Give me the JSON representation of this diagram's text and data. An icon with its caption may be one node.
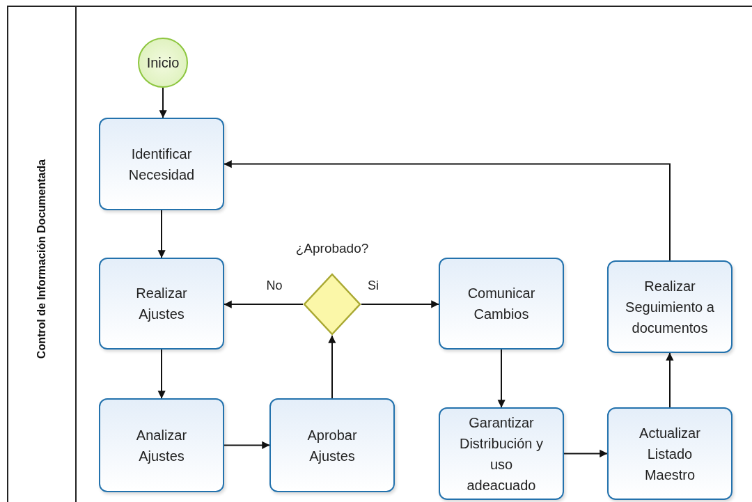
{
  "diagram": {
    "nodes": [
      {
        "text": [
          "Control de Información Documentada"
        ]
      },
      {
        "text": [
          "Inicio"
        ],
        "in": 0
      },
      {
        "text": [
          "Identificar Necesidad"
        ],
        "in": 0
      },
      {
        "text": [
          "Realizar Ajustes"
        ],
        "in": 0
      },
      {
        "text": [
          "Analizar Ajustes"
        ],
        "in": 0
      },
      {
        "text": [
          "Aprobar Ajustes"
        ],
        "in": 0
      },
      {
        "text": [
          "¿Aprobado?"
        ],
        "in": 0
      },
      {
        "text": [
          "Comunicar Cambios"
        ],
        "in": 0
      },
      {
        "text": [
          "Garantizar Distribución y uso adeacuado"
        ],
        "in": 0
      },
      {
        "text": [
          "Actualizar Listado Maestro"
        ],
        "in": 0
      },
      {
        "text": [
          "Realizar Seguimiento a documentos"
        ],
        "in": 0
      }
    ],
    "edges": [
      {
        "from": 1,
        "to": 2,
        "arrow": "to"
      },
      {
        "from": 2,
        "to": 3,
        "arrow": "to"
      },
      {
        "from": 3,
        "to": 4,
        "arrow": "to"
      },
      {
        "from": 4,
        "to": 5,
        "arrow": "to"
      },
      {
        "from": 5,
        "to": 6,
        "arrow": "to"
      },
      {
        "from": 6,
        "to": 3,
        "arrow": "to",
        "label": "No"
      },
      {
        "from": 6,
        "to": 7,
        "arrow": "to",
        "label": "Si"
      },
      {
        "from": 7,
        "to": 8,
        "arrow": "to"
      },
      {
        "from": 8,
        "to": 9,
        "arrow": "to"
      },
      {
        "from": 9,
        "to": 10,
        "arrow": "to"
      },
      {
        "from": 10,
        "to": 2,
        "arrow": "to"
      }
    ]
  }
}
